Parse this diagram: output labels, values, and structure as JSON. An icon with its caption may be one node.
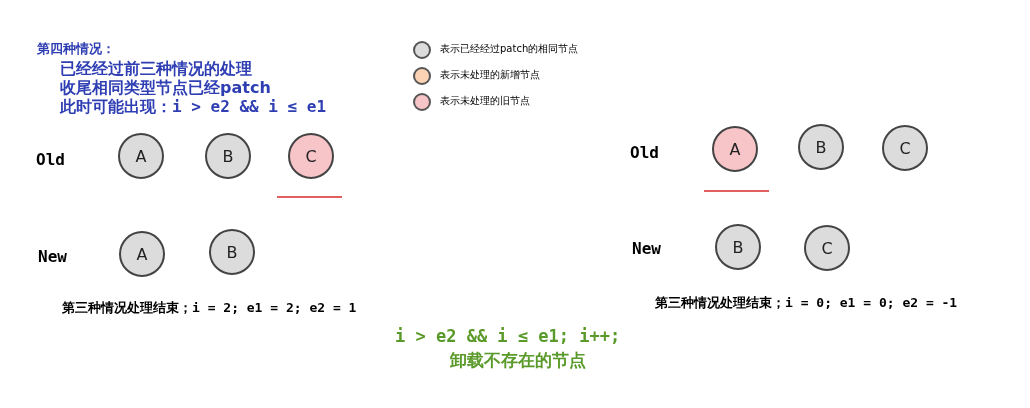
{
  "diagram": {
    "title": "第四种情况：",
    "nodes": [
      {
        "text": [
          "A"
        ]
      },
      {
        "text": [
          "B"
        ]
      },
      {
        "text": [
          "C"
        ]
      },
      {
        "text": [
          "A"
        ]
      },
      {
        "text": [
          "B"
        ]
      },
      {
        "text": [
          "A"
        ]
      },
      {
        "text": [
          "B"
        ]
      },
      {
        "text": [
          "C"
        ]
      },
      {
        "text": [
          "B"
        ]
      },
      {
        "text": [
          "C"
        ]
      }
    ],
    "edges": [],
    "labels": [
      "已经经过前三种情况的处理",
      "收尾相同类型节点已经patch",
      "此时可能出现：i > e2 && i ≤ e1",
      "Old",
      "Old",
      "New",
      "New",
      "第三种情况处理结束；i = 2; e1 = 2; e2 = 1",
      "第三种情况处理结束；i = 0; e1 = 0; e2 = -1",
      "i > e2 && i ≤ e1; i++;",
      "卸载不存在的节点"
    ],
    "legend": [
      {
        "text": "表示已经经过patch的相同节点",
        "color": "#dcdcdc"
      },
      {
        "text": "表示未处理的新增节点",
        "color": "#fbd3b4"
      },
      {
        "text": "表示未处理的旧节点",
        "color": "#f7c4c8"
      }
    ]
  }
}
